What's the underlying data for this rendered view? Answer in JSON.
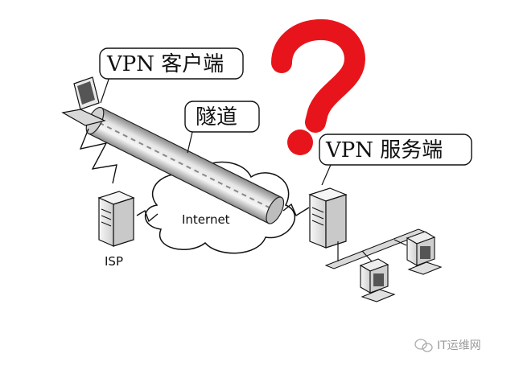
{
  "callouts": {
    "vpn_client": "VPN 客户端",
    "tunnel": "隧道",
    "vpn_server": "VPN 服务端"
  },
  "labels": {
    "internet": "Internet",
    "isp": "ISP"
  },
  "question_mark": "?",
  "watermark": "IT运维网",
  "colors": {
    "question_mark": "#e8141b",
    "lines": "#111111",
    "cloud_fill": "#ffffff",
    "tunnel_fill": "#d9d9d9",
    "device_fill": "#f2f2f2"
  }
}
